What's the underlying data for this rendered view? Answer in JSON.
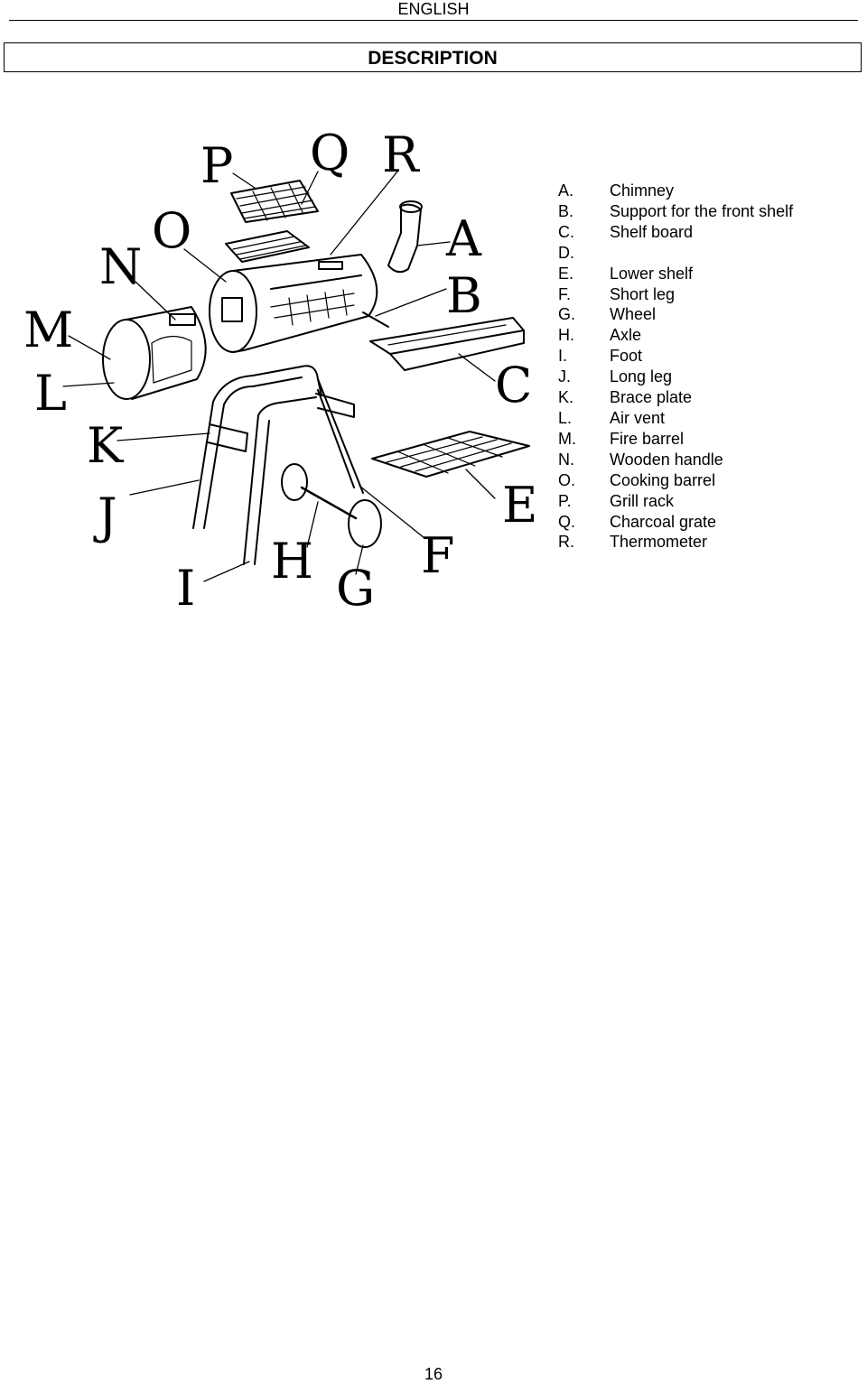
{
  "header": {
    "language": "ENGLISH"
  },
  "section": {
    "title": "DESCRIPTION"
  },
  "diagram": {
    "callouts": [
      "P",
      "Q",
      "R",
      "A",
      "B",
      "C",
      "E",
      "F",
      "G",
      "H",
      "I",
      "J",
      "K",
      "L",
      "M",
      "N",
      "O"
    ]
  },
  "parts": [
    {
      "letter": "A.",
      "name": "Chimney"
    },
    {
      "letter": "B.",
      "name": "Support for the front shelf"
    },
    {
      "letter": "C.",
      "name": "Shelf board"
    },
    {
      "letter": "D.",
      "name": ""
    },
    {
      "letter": "E.",
      "name": "Lower shelf"
    },
    {
      "letter": "F.",
      "name": "Short leg"
    },
    {
      "letter": "G.",
      "name": "Wheel"
    },
    {
      "letter": "H.",
      "name": "Axle"
    },
    {
      "letter": "I.",
      "name": "Foot"
    },
    {
      "letter": "J.",
      "name": "Long leg"
    },
    {
      "letter": "K.",
      "name": "Brace plate"
    },
    {
      "letter": "L.",
      "name": "Air vent"
    },
    {
      "letter": "M.",
      "name": "Fire barrel"
    },
    {
      "letter": "N.",
      "name": "Wooden handle"
    },
    {
      "letter": "O.",
      "name": "Cooking barrel"
    },
    {
      "letter": "P.",
      "name": "Grill rack"
    },
    {
      "letter": "Q.",
      "name": "Charcoal grate"
    },
    {
      "letter": "R.",
      "name": "Thermometer"
    }
  ],
  "footer": {
    "page_number": "16"
  }
}
